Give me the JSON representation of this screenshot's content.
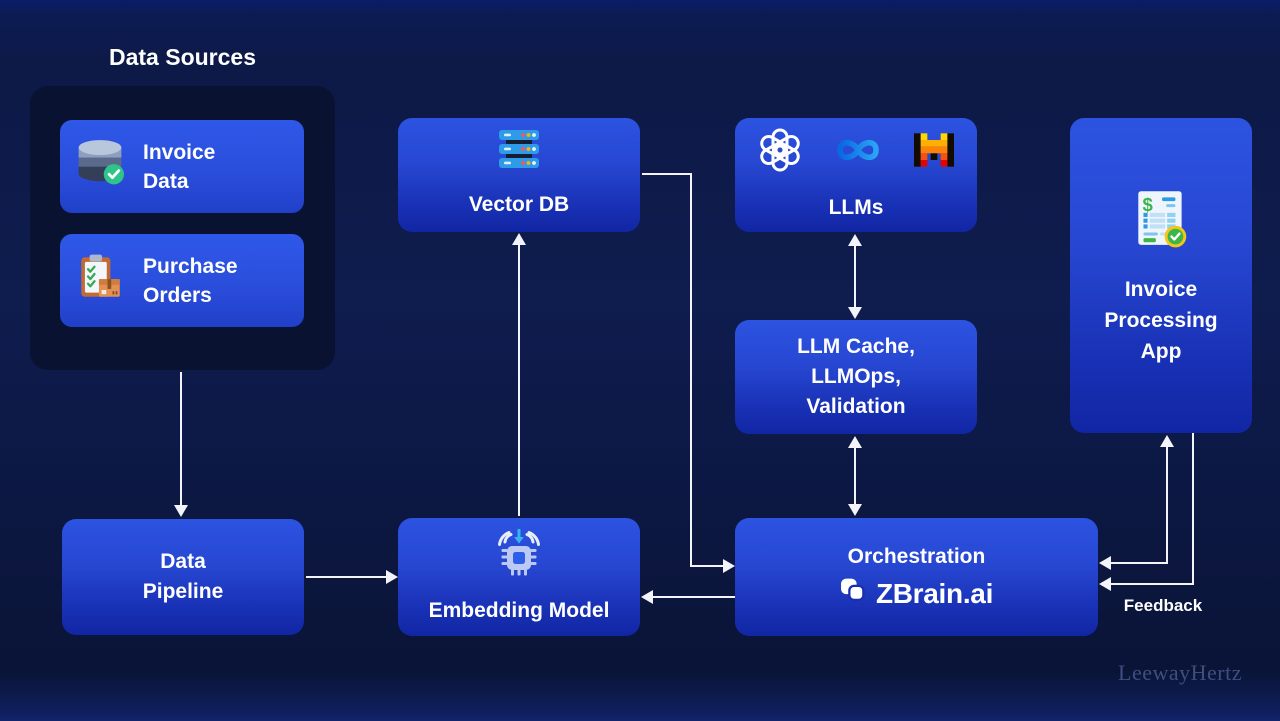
{
  "diagram": {
    "title": "Data Sources",
    "data_sources": {
      "invoice_data": "Invoice Data",
      "purchase_orders": "Purchase Orders"
    },
    "nodes": {
      "vector_db": "Vector DB",
      "llms": "LLMs",
      "llm_cache": "LLM Cache, LLMOps, Validation",
      "data_pipeline": "Data Pipeline",
      "embedding_model": "Embedding Model",
      "orchestration": "Orchestration",
      "orchestration_brand": "ZBrain.ai",
      "invoice_app": "Invoice Processing App"
    },
    "labels": {
      "feedback": "Feedback",
      "watermark": "LeewayHertz"
    },
    "icons": {
      "invoice_data": "database-check-icon",
      "purchase_orders": "clipboard-box-icon",
      "vector_db": "server-stack-icon",
      "llm_providers": [
        "openai-icon",
        "meta-icon",
        "mistral-icon"
      ],
      "embedding_model": "chip-download-icon",
      "invoice_app": "invoice-check-icon",
      "orchestration_brand": "zbrain-logo-icon"
    },
    "connections": [
      {
        "from": "data-sources",
        "to": "data-pipeline",
        "type": "arrow"
      },
      {
        "from": "data-pipeline",
        "to": "embedding-model",
        "type": "arrow"
      },
      {
        "from": "embedding-model",
        "to": "vector-db",
        "type": "arrow"
      },
      {
        "from": "vector-db",
        "to": "orchestration",
        "type": "arrow"
      },
      {
        "from": "orchestration",
        "to": "embedding-model",
        "type": "arrow"
      },
      {
        "from": "llms",
        "to": "llm-cache",
        "type": "bidirectional"
      },
      {
        "from": "llm-cache",
        "to": "orchestration",
        "type": "bidirectional"
      },
      {
        "from": "orchestration",
        "to": "invoice-app",
        "type": "bidirectional"
      },
      {
        "from": "invoice-app",
        "to": "orchestration",
        "type": "arrow",
        "label": "Feedback"
      }
    ],
    "colors": {
      "background_top": "#0A1D68",
      "background_bottom": "#13246D",
      "node_top": "#2C53E1",
      "node_bottom": "#1126A4",
      "container_bg": "#0A1231",
      "arrow": "#F2F4FA",
      "text": "#FFFFFF",
      "watermark": "#3E4E7E"
    }
  }
}
